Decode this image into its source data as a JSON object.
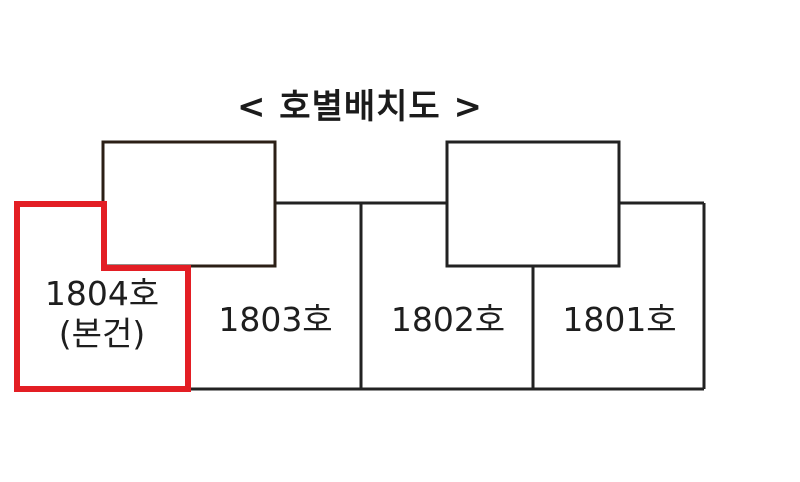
{
  "title": "< 호별배치도 >",
  "colors": {
    "line": "#222222",
    "upper_box_line": "#2b1f16",
    "highlight": "#e31e24",
    "background": "#ffffff"
  },
  "units": [
    {
      "id": "1804",
      "label": "1804호",
      "sublabel": "(본건)",
      "highlighted": true
    },
    {
      "id": "1803",
      "label": "1803호",
      "highlighted": false
    },
    {
      "id": "1802",
      "label": "1802호",
      "highlighted": false
    },
    {
      "id": "1801",
      "label": "1801호",
      "highlighted": false
    }
  ]
}
